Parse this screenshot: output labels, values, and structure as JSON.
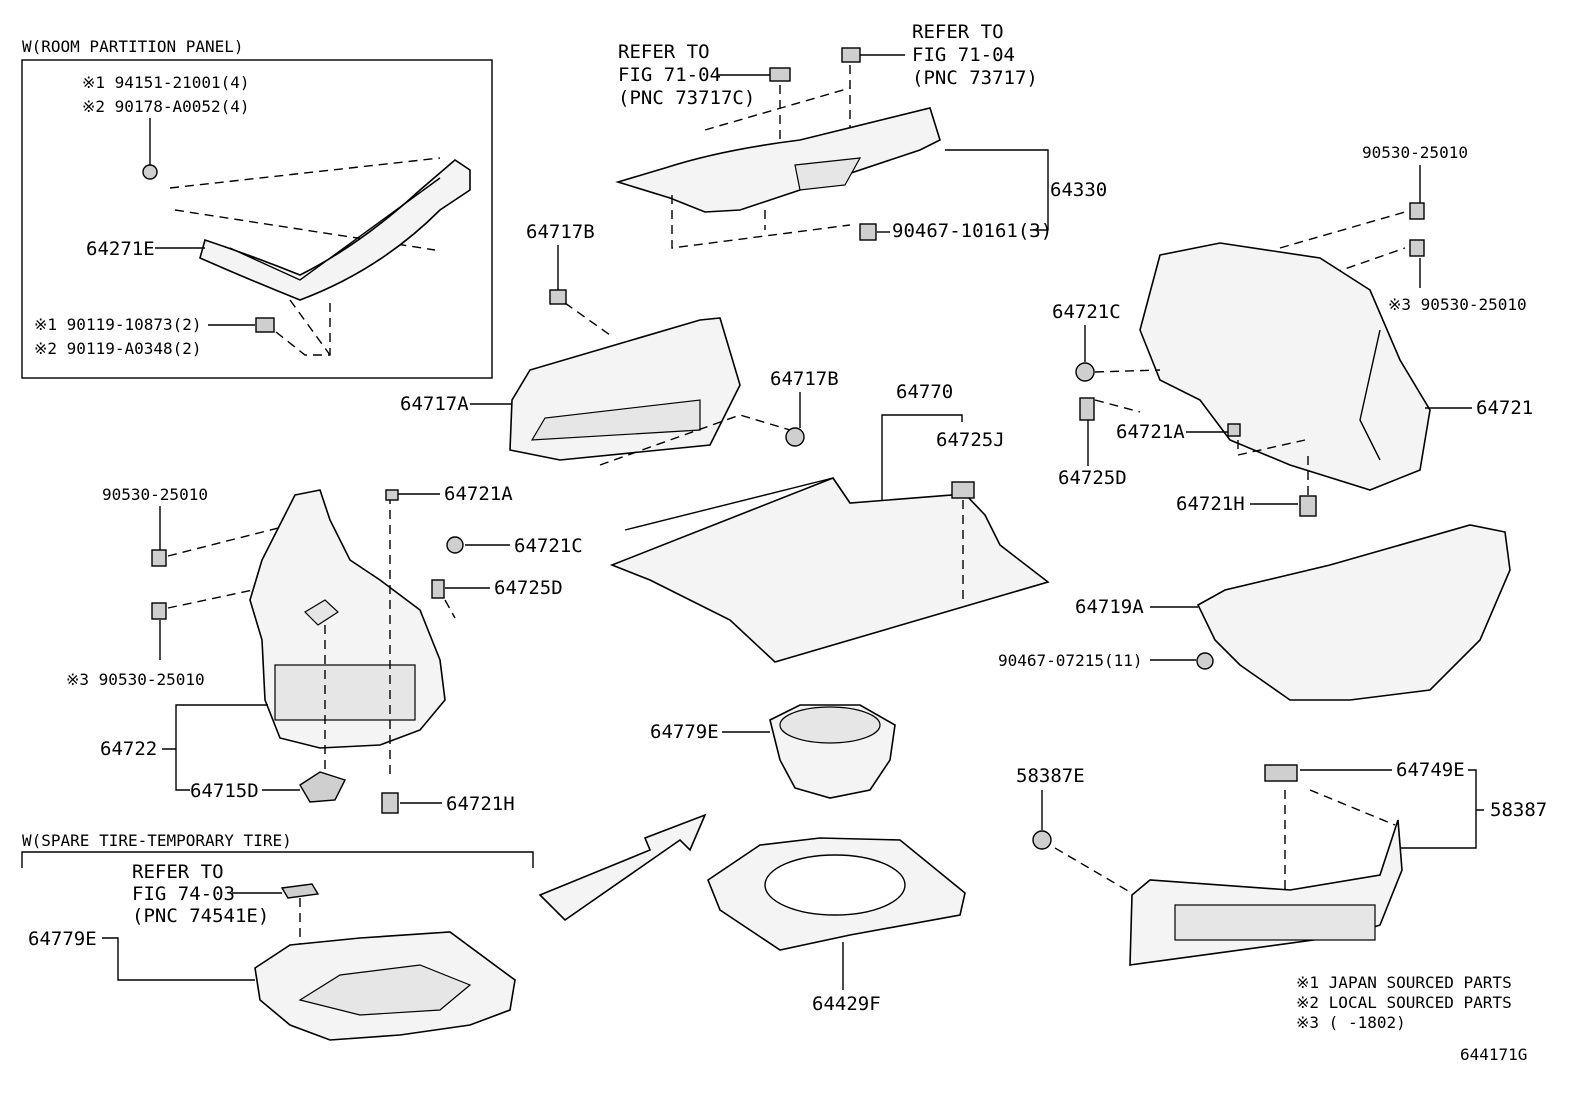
{
  "sections": {
    "room_partition_panel": "W(ROOM PARTITION PANEL)",
    "spare_tire": "W(SPARE TIRE-TEMPORARY TIRE)"
  },
  "labels": {
    "p94151": "※1 94151-21001(4)",
    "p90178": "※2 90178-A0052(4)",
    "p64271E": "64271E",
    "p90119a": "※1 90119-10873(2)",
    "p90119b": "※2 90119-A0348(2)",
    "ref1_l1": "REFER TO",
    "ref1_l2": "FIG 71-04",
    "ref1_l3": "(PNC 73717C)",
    "ref2_l1": "REFER TO",
    "ref2_l2": "FIG 71-04",
    "ref2_l3": "(PNC 73717)",
    "p64330": "64330",
    "p90467a": "90467-10161(3)",
    "p64717B_top": "64717B",
    "p64717A": "64717A",
    "p64717B_mid": "64717B",
    "p64770": "64770",
    "p64725J": "64725J",
    "p90530_tr": "90530-25010",
    "p90530_tr3": "※3 90530-25010",
    "p64721C_r": "64721C",
    "p64721A_r": "64721A",
    "p64725D_r": "64725D",
    "p64721": "64721",
    "p64721H_r": "64721H",
    "p90530_l": "90530-25010",
    "p64721A_l": "64721A",
    "p64721C_l": "64721C",
    "p64725D_l": "64725D",
    "p90530_l3": "※3 90530-25010",
    "p64722": "64722",
    "p64715D": "64715D",
    "p64721H_l": "64721H",
    "p64719A": "64719A",
    "p90467b": "90467-07215(11)",
    "p64779E_mid": "64779E",
    "p58387E": "58387E",
    "p64749E": "64749E",
    "p58387": "58387",
    "ref3_l1": "REFER TO",
    "ref3_l2": "FIG 74-03",
    "ref3_l3": "(PNC 74541E)",
    "p64779E_l": "64779E",
    "p64429F": "64429F"
  },
  "notes": [
    "※1 JAPAN SOURCED PARTS",
    "※2 LOCAL SOURCED PARTS",
    "※3 (      -1802)"
  ],
  "figure_id": "644171G"
}
